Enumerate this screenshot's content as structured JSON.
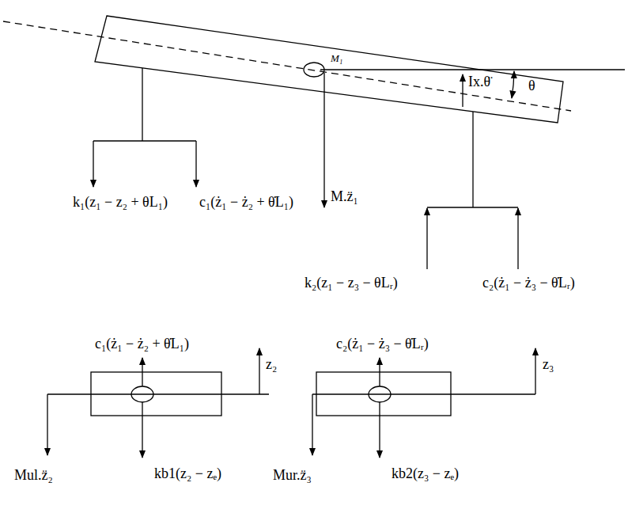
{
  "diagram": {
    "labels": [
      "Ix.θ̈",
      "M₁",
      "θ",
      "M.z̈₁",
      "k₁(z₁ − z₂ + θL₁)",
      "c₁(ż₁ − ż₂ + θ̇L₁)",
      "k₂(z₁ − z₃ − θLᵣ)",
      "c₂(ż₁ − ż₃ − θ̇Lᵣ)",
      "c₁(ż₁ − ż₂ + θ̇L₁)",
      "z₂",
      "c₂(ż₁ − ż₃ − θ̇Lᵣ)",
      "z₃",
      "Mul.z̈₂",
      "kb1(z₂ − zₑ)",
      "Mur.z̈₃",
      "kb2(z₃ − zₑ)"
    ]
  }
}
